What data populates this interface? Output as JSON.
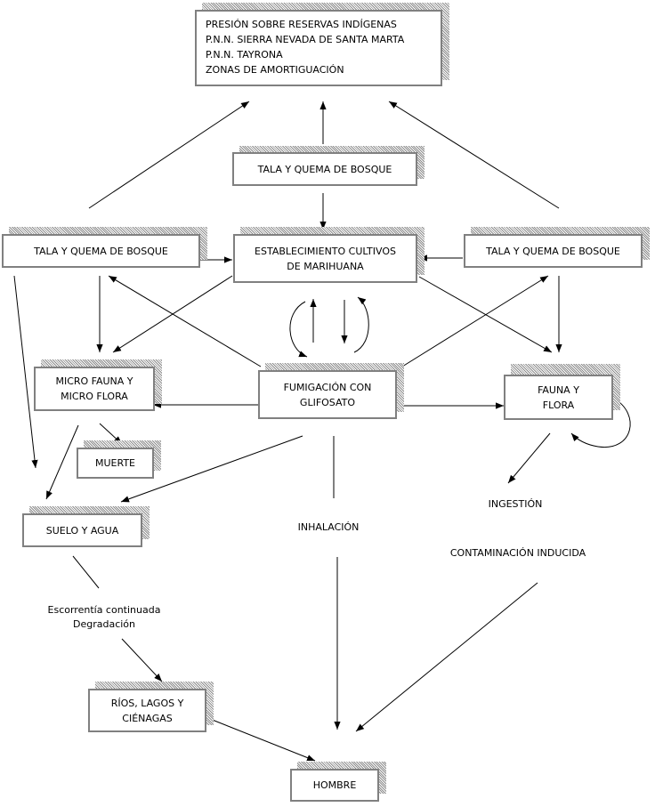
{
  "nodes": {
    "presion": {
      "lines": [
        "PRESIÓN SOBRE RESERVAS INDÍGENAS",
        "P.N.N. SIERRA NEVADA DE SANTA MARTA",
        "P.N.N. TAYRONA",
        "ZONAS DE AMORTIGUACIÓN"
      ]
    },
    "tala_center": {
      "lines": [
        "TALA Y QUEMA DE BOSQUE"
      ]
    },
    "tala_left": {
      "lines": [
        "TALA Y QUEMA DE BOSQUE"
      ]
    },
    "tala_right": {
      "lines": [
        "TALA Y QUEMA DE BOSQUE"
      ]
    },
    "cultivos": {
      "lines": [
        "ESTABLECIMIENTO CULTIVOS",
        "DE MARIHUANA"
      ]
    },
    "micro": {
      "lines": [
        "MICRO FAUNA Y",
        "MICRO FLORA"
      ]
    },
    "fumigacion": {
      "lines": [
        "FUMIGACIÓN CON",
        "GLIFOSATO"
      ]
    },
    "fauna": {
      "lines": [
        "FAUNA Y",
        "FLORA"
      ]
    },
    "muerte": {
      "lines": [
        "MUERTE"
      ]
    },
    "suelo": {
      "lines": [
        "SUELO Y AGUA"
      ]
    },
    "rios": {
      "lines": [
        "RÍOS, LAGOS Y",
        "CIÉNAGAS"
      ]
    },
    "hombre": {
      "lines": [
        "HOMBRE"
      ]
    }
  },
  "labels": {
    "ingestion": "INGESTIÓN",
    "inhalacion": "INHALACIÓN",
    "contaminacion": "CONTAMINACIÓN INDUCIDA",
    "escorrentia": [
      "Escorrentía continuada",
      "Degradación"
    ]
  }
}
